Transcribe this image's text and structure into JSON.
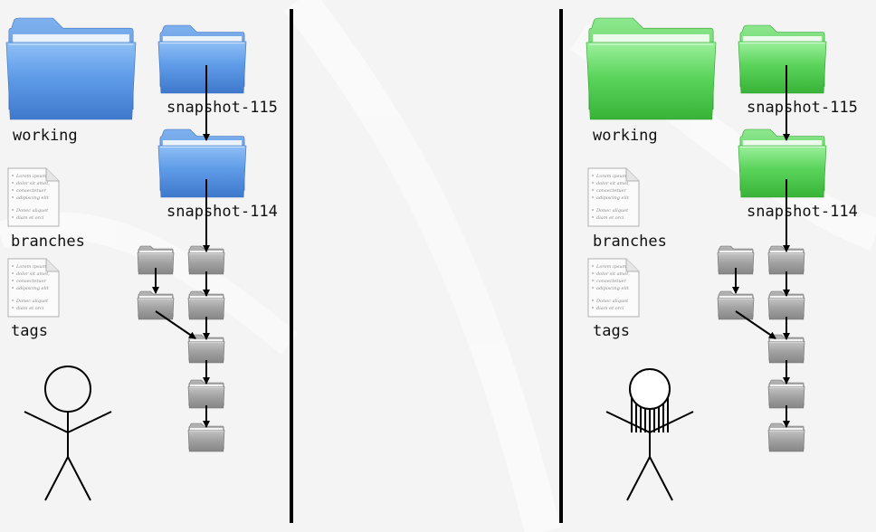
{
  "panels": [
    {
      "id": "left",
      "working_label": "working",
      "branches_label": "branches",
      "tags_label": "tags",
      "snapshots": [
        "snapshot-115",
        "snapshot-114"
      ],
      "folder_color": "blue",
      "person": "stick-figure"
    },
    {
      "id": "right",
      "working_label": "working",
      "branches_label": "branches",
      "tags_label": "tags",
      "snapshots": [
        "snapshot-115",
        "snapshot-114"
      ],
      "folder_color": "green",
      "person": "stick-figure-with-long-hair"
    }
  ],
  "colors": {
    "blue_folder": "#5b9ae6",
    "green_folder": "#52d052",
    "grey_folder": "#9a9a9a",
    "divider": "#000000"
  },
  "document_icon_text": [
    "Lorem ipsum",
    "dolor sit amet,",
    "consectetuer",
    "adipiscing elit",
    "Donec aliquet",
    "diam et orci"
  ]
}
